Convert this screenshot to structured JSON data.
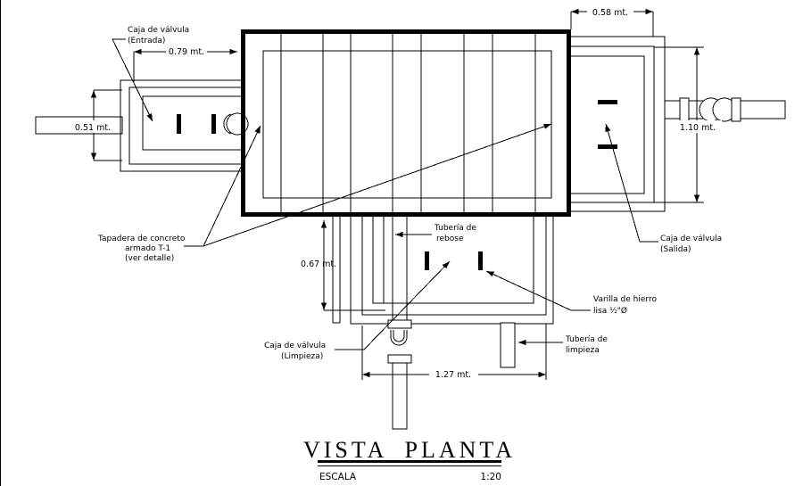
{
  "drawing": {
    "title": "VISTA PLANTA",
    "scale_label": "ESCALA",
    "scale_value": "1:20",
    "labels": {
      "entrada_line1": "Caja de válvula",
      "entrada_line2": "(Entrada)",
      "tapadera_line1": "Tapadera de concreto",
      "tapadera_line2": "armado T-1",
      "tapadera_line3": "(ver detalle)",
      "rebose_line1": "Tubería de",
      "rebose_line2": "rebose",
      "salida_line1": "Caja de válvula",
      "salida_line2": "(Salida)",
      "varilla_line1": "Varilla de hierro",
      "varilla_line2": "lisa ½\"Ø",
      "caja_limpieza_line1": "Caja de válvula",
      "caja_limpieza_line2": "(Limpieza)",
      "tuberia_limpieza_line1": "Tubería de",
      "tuberia_limpieza_line2": "limpieza"
    },
    "dimensions": {
      "d079": "0.79 mt.",
      "d051": "0.51 mt.",
      "d058": "0.58 mt.",
      "d110": "1.10 mt.",
      "d067": "0.67 mt.",
      "d127": "1.27 mt."
    },
    "colors": {
      "line": "#000000",
      "background": "#ffffff"
    }
  }
}
